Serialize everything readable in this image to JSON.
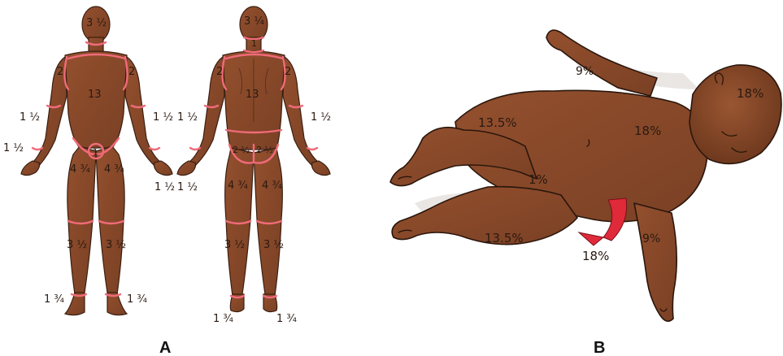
{
  "panels": {
    "a": {
      "label": "A"
    },
    "b": {
      "label": "B"
    }
  },
  "front_figure": {
    "head": "3 ½",
    "arm_upper_left": "2",
    "arm_upper_right": "2",
    "torso": "13",
    "forearm_left": "1 ½",
    "forearm_right": "1 ½",
    "hand_left": "1 ½",
    "hand_right": "1 ½",
    "genitals": "1",
    "thigh_left": "4 ¾",
    "thigh_right": "4 ¾",
    "leg_left": "3 ½",
    "leg_right": "3 ½",
    "foot_left": "1 ¾",
    "foot_right": "1 ¾"
  },
  "back_figure": {
    "head": "3 ¼",
    "neck": "1",
    "arm_upper_left": "2",
    "arm_upper_right": "2",
    "back": "13",
    "forearm_left": "1 ½",
    "forearm_right": "1 ½",
    "hand_left": "1 ½",
    "buttock_left": "2 ½",
    "buttock_right": "2 ½",
    "thigh_left": "4 ¾",
    "thigh_right": "4 ¾",
    "leg_left": "3 ½",
    "leg_right": "3 ½",
    "foot_left": "1 ¾",
    "foot_right": "1 ¾"
  },
  "infant": {
    "head": "18%",
    "trunk_front": "18%",
    "trunk_back": "18%",
    "arm_upper": "9%",
    "arm_lower": "9%",
    "leg_upper": "13.5%",
    "leg_lower": "13.5%",
    "perineum": "1%"
  },
  "colors": {
    "skin": "#8a4a2a",
    "skin_shadow": "#6e3a20",
    "boundary": "#f06b7a",
    "arrow": "#e02a3a"
  }
}
